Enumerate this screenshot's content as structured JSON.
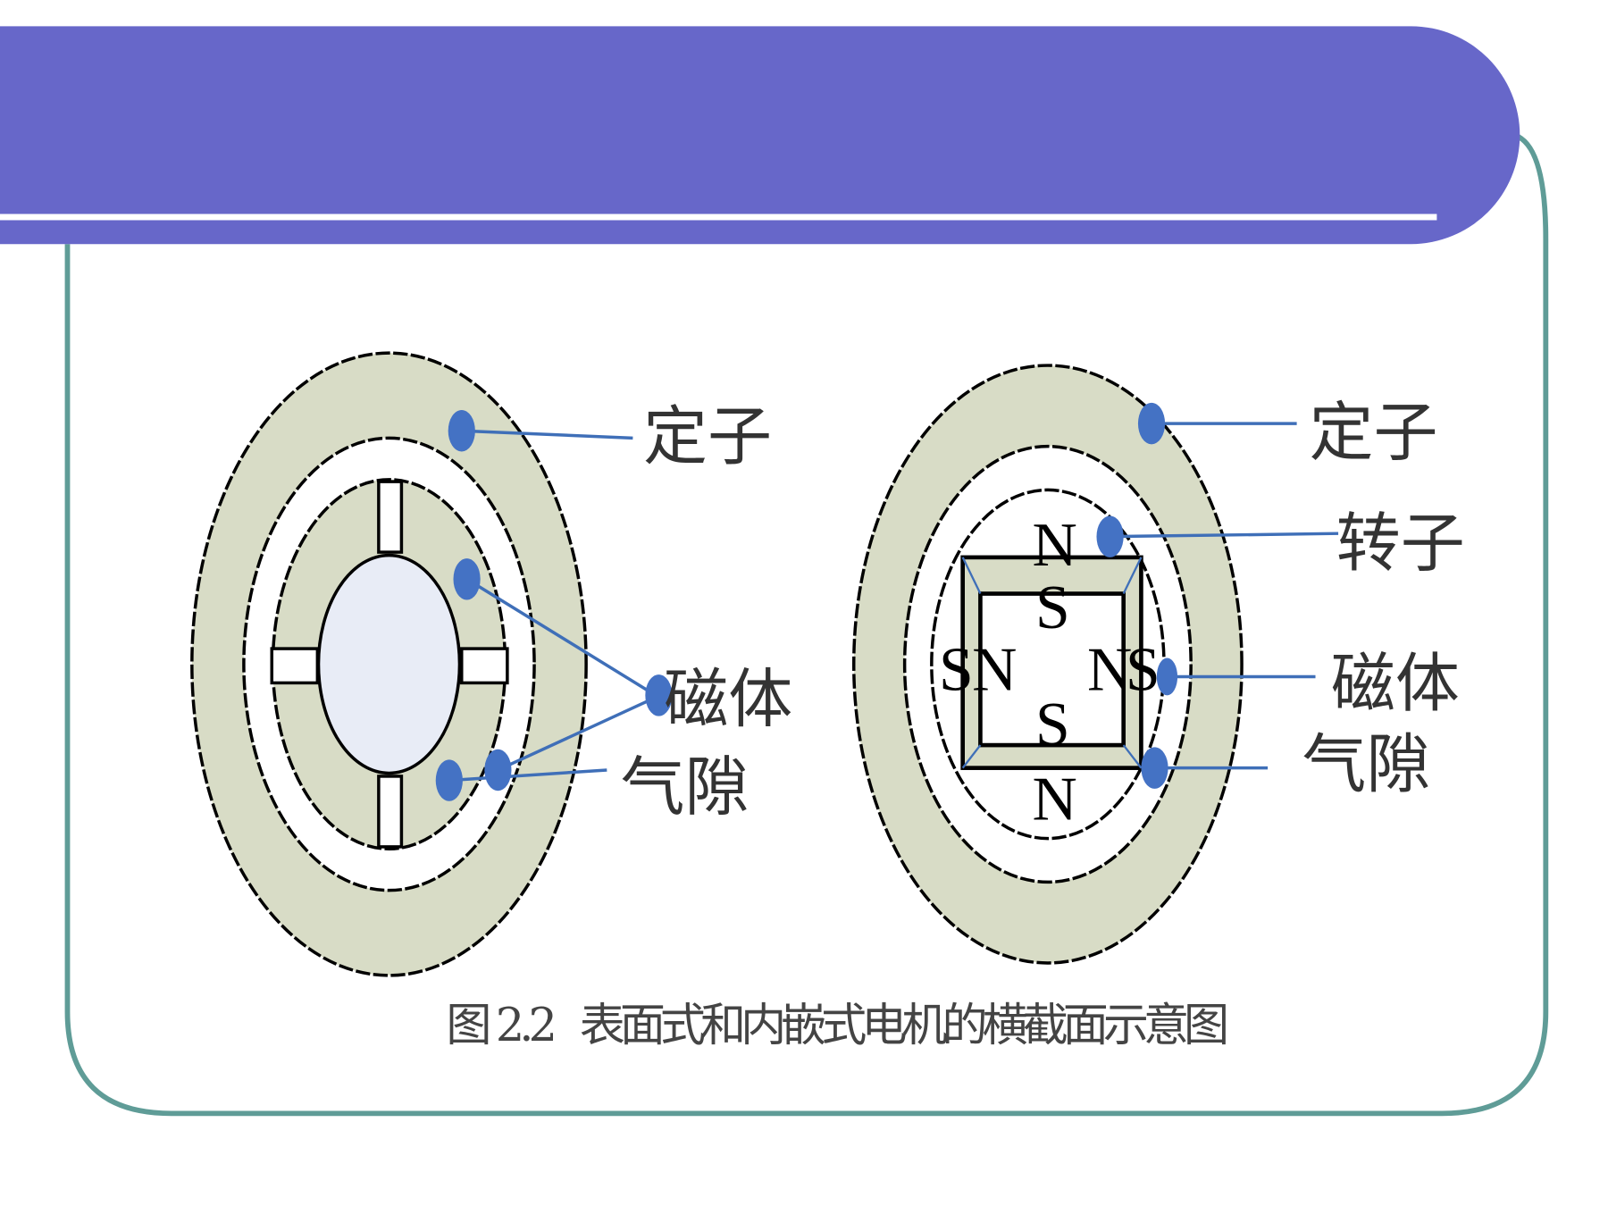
{
  "colors": {
    "header": "#6767c9",
    "frame": "#5f9c97",
    "stator": "#d8dcc6",
    "leader": "#4472c4",
    "shaft": "#e8ecf6"
  },
  "left_motor": {
    "labels": {
      "stator": "定子",
      "magnet": "磁体",
      "air_gap": "气隙"
    }
  },
  "right_motor": {
    "labels": {
      "stator": "定子",
      "rotor": "转子",
      "magnet": "磁体",
      "air_gap": "气隙"
    },
    "poles": {
      "top_outer": "N",
      "top_inner": "S",
      "left_outer": "S",
      "left_inner": "N",
      "right_inner": "N",
      "right_outer": "S",
      "bottom_inner": "S",
      "bottom_outer": "N"
    }
  },
  "caption": "图 2.2   表面式和内嵌式电机的横截面示意图"
}
